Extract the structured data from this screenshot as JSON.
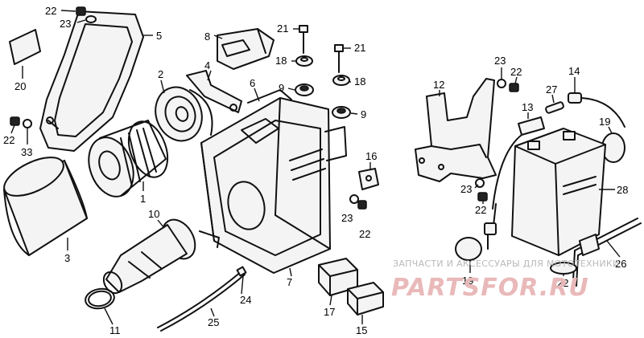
{
  "callouts": [
    {
      "id": "c22a",
      "label": "22"
    },
    {
      "id": "c23a",
      "label": "23"
    },
    {
      "id": "c5",
      "label": "5"
    },
    {
      "id": "c20",
      "label": "20"
    },
    {
      "id": "c22b",
      "label": "22"
    },
    {
      "id": "c33",
      "label": "33"
    },
    {
      "id": "c3",
      "label": "3"
    },
    {
      "id": "c1",
      "label": "1"
    },
    {
      "id": "c2",
      "label": "2"
    },
    {
      "id": "c8",
      "label": "8"
    },
    {
      "id": "c4",
      "label": "4"
    },
    {
      "id": "c6",
      "label": "6"
    },
    {
      "id": "c21a",
      "label": "21"
    },
    {
      "id": "c18a",
      "label": "18"
    },
    {
      "id": "c21b",
      "label": "21"
    },
    {
      "id": "c18b",
      "label": "18"
    },
    {
      "id": "c9a",
      "label": "9"
    },
    {
      "id": "c9b",
      "label": "9"
    },
    {
      "id": "c16",
      "label": "16"
    },
    {
      "id": "c23b",
      "label": "23"
    },
    {
      "id": "c22c",
      "label": "22"
    },
    {
      "id": "c10",
      "label": "10"
    },
    {
      "id": "c11",
      "label": "11"
    },
    {
      "id": "c24",
      "label": "24"
    },
    {
      "id": "c25",
      "label": "25"
    },
    {
      "id": "c7",
      "label": "7"
    },
    {
      "id": "c17",
      "label": "17"
    },
    {
      "id": "c15",
      "label": "15"
    },
    {
      "id": "c12",
      "label": "12"
    },
    {
      "id": "c23c",
      "label": "23"
    },
    {
      "id": "c22d",
      "label": "22"
    },
    {
      "id": "c27",
      "label": "27"
    },
    {
      "id": "c14",
      "label": "14"
    },
    {
      "id": "c13",
      "label": "13"
    },
    {
      "id": "c19a",
      "label": "19"
    },
    {
      "id": "c28",
      "label": "28"
    },
    {
      "id": "c23d",
      "label": "23"
    },
    {
      "id": "c22e",
      "label": "22"
    },
    {
      "id": "c19b",
      "label": "19"
    },
    {
      "id": "c22f",
      "label": "22"
    },
    {
      "id": "c26",
      "label": "26"
    }
  ],
  "watermark": {
    "text": "ЗАПЧАСТИ И АКСЕССУАРЫ ДЛЯ МОТОТЕХНИКИ",
    "logo": "PARTSFOR.RU",
    "color": "#e9b9b9"
  }
}
